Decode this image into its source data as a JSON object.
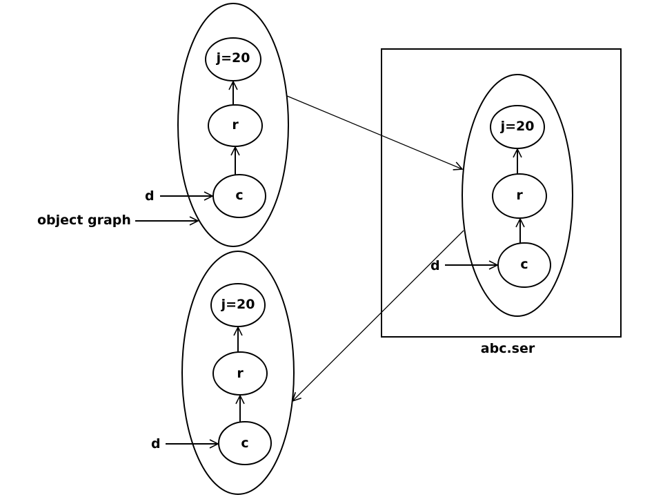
{
  "diagram": {
    "labels": {
      "object_graph": "object graph",
      "file_name": "abc.ser"
    },
    "graphs": [
      {
        "id": "original",
        "nodes": [
          "j=20",
          "r",
          "c"
        ],
        "reference": "d"
      },
      {
        "id": "serialized",
        "nodes": [
          "j=20",
          "r",
          "c"
        ],
        "reference": "d"
      },
      {
        "id": "deserialized",
        "nodes": [
          "j=20",
          "r",
          "c"
        ],
        "reference": "d"
      }
    ],
    "edges": [
      {
        "from": "c",
        "to": "r"
      },
      {
        "from": "r",
        "to": "j=20"
      },
      {
        "from": "d",
        "to": "c"
      },
      {
        "from": "object graph",
        "to": "original"
      },
      {
        "from": "original",
        "to": "serialized"
      },
      {
        "from": "serialized",
        "to": "deserialized"
      }
    ],
    "colors": {
      "stroke": "#000000",
      "background": "#ffffff"
    }
  }
}
